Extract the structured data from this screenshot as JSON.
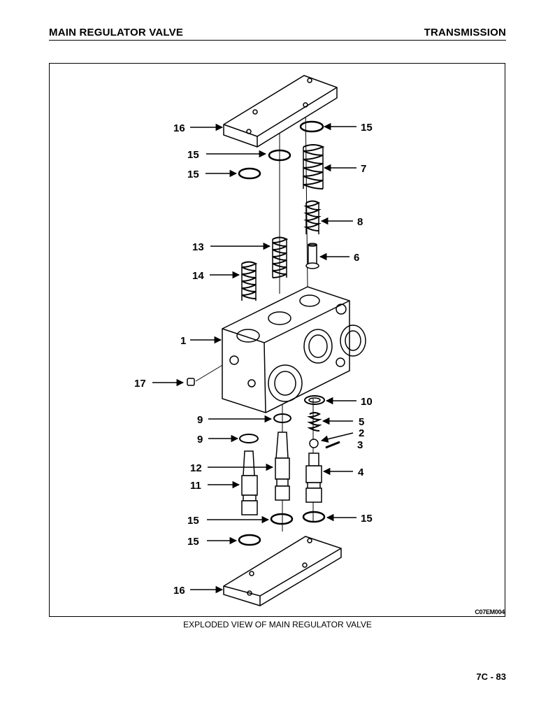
{
  "header": {
    "left": "MAIN REGULATOR VALVE",
    "right": "TRANSMISSION"
  },
  "figure": {
    "code": "C07EM004",
    "caption": "EXPLODED VIEW OF MAIN REGULATOR VALVE",
    "callouts": [
      "16",
      "15",
      "15",
      "15",
      "7",
      "8",
      "13",
      "6",
      "14",
      "1",
      "17",
      "10",
      "9",
      "5",
      "2",
      "9",
      "3",
      "12",
      "4",
      "11",
      "15",
      "15",
      "15",
      "16"
    ]
  },
  "footer": {
    "page": "7C - 83"
  }
}
